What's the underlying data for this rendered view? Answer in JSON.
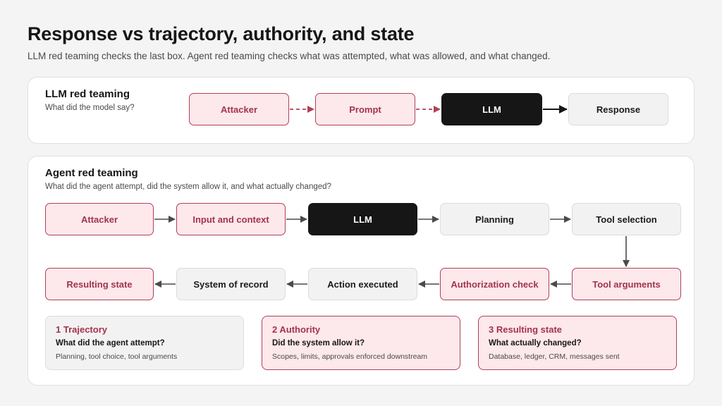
{
  "title": "Response vs trajectory, authority, and state",
  "subtitle": "LLM red teaming checks the last box. Agent red teaming checks what was attempted, what was allowed, and what changed.",
  "llm_panel": {
    "title": "LLM red teaming",
    "subtitle": "What did the model say?",
    "nodes": [
      "Attacker",
      "Prompt",
      "LLM",
      "Response"
    ]
  },
  "agent_panel": {
    "title": "Agent red teaming",
    "subtitle": "What did the agent attempt, did the system allow it, and what actually changed?",
    "row1": [
      "Attacker",
      "Input and context",
      "LLM",
      "Planning",
      "Tool selection"
    ],
    "row2": [
      "Resulting state",
      "System of record",
      "Action executed",
      "Authorization check",
      "Tool arguments"
    ]
  },
  "cards": [
    {
      "heading": "1 Trajectory",
      "question": "What did the agent attempt?",
      "detail": "Planning, tool choice, tool arguments"
    },
    {
      "heading": "2 Authority",
      "question": "Did the system allow it?",
      "detail": "Scopes, limits, approvals enforced downstream"
    },
    {
      "heading": "3 Resulting state",
      "question": "What actually changed?",
      "detail": "Database, ledger, CRM, messages sent"
    }
  ],
  "colors": {
    "accent": "#a2334d",
    "accent_fill": "#fde8ec",
    "dark_node": "#161616",
    "neutral_fill": "#f2f2f2",
    "dashed_arrow": "#b0405a",
    "solid_arrow": "#4a4a4a"
  }
}
